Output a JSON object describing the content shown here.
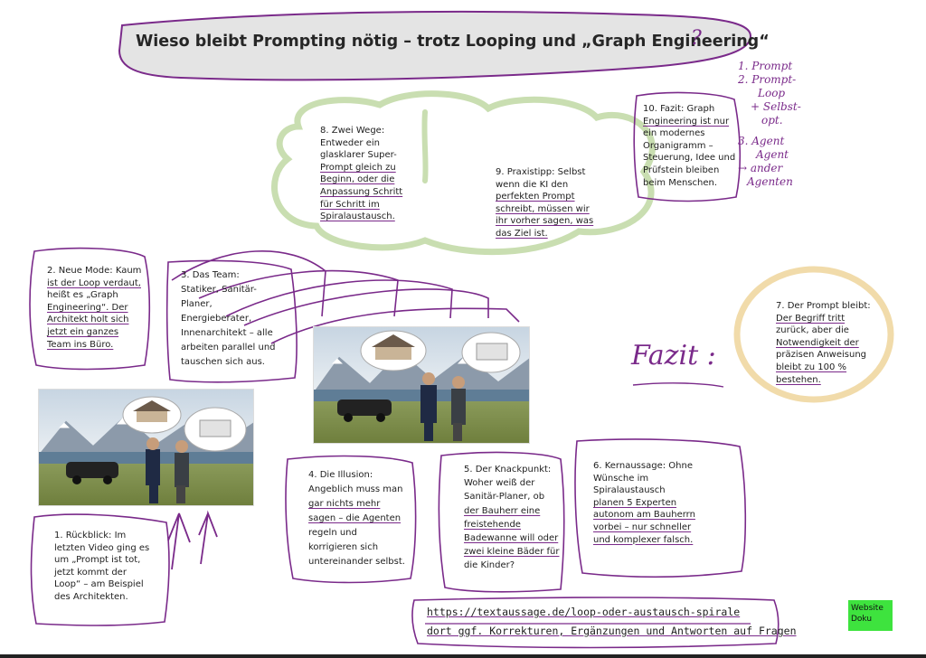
{
  "colors": {
    "ink_purple": "#7a2a8a",
    "cloud_gray": "#e4e4e4",
    "green_ring": "#c9deb1",
    "yellow_ring": "#f1dbaa",
    "button_green": "#3ee33e"
  },
  "title": {
    "text": "Wieso bleibt Prompting nötig – trotz Looping und „Graph Engineering“",
    "question_mark": "?"
  },
  "notes": {
    "n1": [
      "1. Rückblick: Im",
      "letzten Video ging es",
      "um „Prompt ist tot,",
      "jetzt kommt der",
      "Loop“ – am Beispiel",
      "des Architekten."
    ],
    "n2": [
      "2. Neue Mode: Kaum",
      "ist der Loop verdaut,",
      "heißt es „Graph",
      "Engineering“. Der",
      "Architekt holt sich",
      "jetzt ein ganzes",
      "Team ins Büro."
    ],
    "n3": [
      "3. Das Team:",
      "Statiker, Sanitär-",
      "Planer,",
      "Energieberater,",
      "Innenarchitekt – alle",
      "arbeiten parallel und",
      "tauschen sich aus."
    ],
    "n4": [
      "4. Die Illusion:",
      "Angeblich muss man",
      "gar nichts mehr",
      "sagen – die Agenten",
      "regeln und",
      "korrigieren sich",
      "untereinander selbst."
    ],
    "n5": [
      "5. Der Knackpunkt:",
      "Woher weiß der",
      "Sanitär-Planer, ob",
      "der Bauherr eine",
      "freistehende",
      "Badewanne will oder",
      "zwei kleine Bäder für",
      "die Kinder?"
    ],
    "n6": [
      "6. Kernaussage: Ohne",
      "Wünsche im",
      "Spiralaustausch",
      "planen 5 Experten",
      "autonom am Bauherrn",
      "vorbei – nur schneller",
      "und komplexer falsch."
    ],
    "n7": [
      "7. Der Prompt bleibt:",
      "Der Begriff tritt",
      "zurück, aber die",
      "Notwendigkeit der",
      "präzisen Anweisung",
      "bleibt zu 100 %",
      "bestehen."
    ],
    "n8": [
      "8. Zwei Wege:",
      "Entweder ein",
      "glasklarer Super-",
      "Prompt gleich zu",
      "Beginn, oder die",
      "Anpassung Schritt",
      "für Schritt im",
      "Spiralaustausch."
    ],
    "n9": [
      "9. Praxistipp: Selbst",
      "wenn die KI den",
      "perfekten Prompt",
      "schreibt, müssen wir",
      "ihr vorher sagen, was",
      "das Ziel ist."
    ],
    "n10": [
      "10. Fazit: Graph",
      "Engineering ist nur",
      "ein modernes",
      "Organigramm –",
      "Steuerung, Idee und",
      "Prüfstein bleiben",
      "beim Menschen."
    ]
  },
  "handwriting": {
    "fazit": "Fazit :",
    "side_list": [
      "1. Prompt",
      "2. Prompt-",
      "Loop",
      "+ Selbst-",
      "opt.",
      "3. Agent",
      "Agent",
      "→ ander",
      "Agenten"
    ]
  },
  "footer": {
    "link": "https://textaussage.de/loop-oder-austausch-spirale",
    "note": "dort ggf. Korrekturen, Ergänzungen und Antworten auf Fragen"
  },
  "website_button": {
    "line1": "Website",
    "line2": "Doku"
  }
}
